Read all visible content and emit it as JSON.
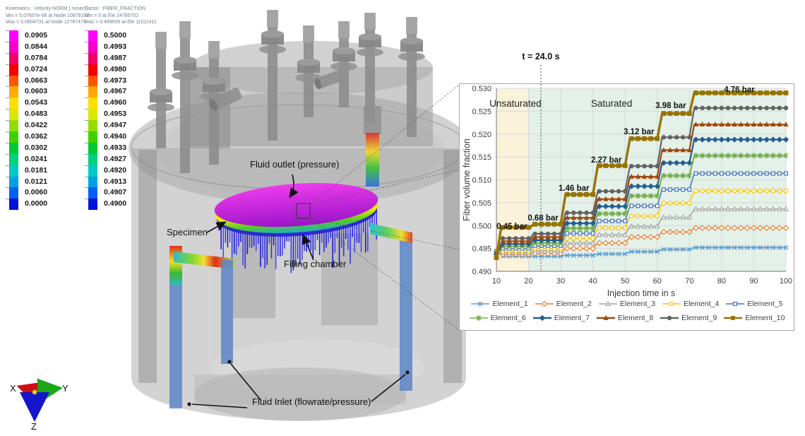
{
  "colorbars": {
    "palette": [
      "#ff00ff",
      "#f400c8",
      "#ee0066",
      "#f40000",
      "#ff5500",
      "#ffaa00",
      "#ffe000",
      "#d8e800",
      "#92dc00",
      "#3fd000",
      "#00c835",
      "#00d07f",
      "#00c8c8",
      "#00a0e8",
      "#0060f0",
      "#0010dc"
    ],
    "legends": [
      {
        "title_lines": [
          "Kinematics : Velocity NORM [ m/sec ]",
          "Min = 5.07607e-06 at Node 10879107",
          "Max = 0.0904731 at Node 12787476"
        ],
        "values": [
          "0.0905",
          "0.0844",
          "0.0784",
          "0.0724",
          "0.0663",
          "0.0603",
          "0.0543",
          "0.0483",
          "0.0422",
          "0.0362",
          "0.0302",
          "0.0241",
          "0.0181",
          "0.0121",
          "0.0060",
          "0.0000"
        ]
      },
      {
        "title_lines": [
          "Factor : FIBER_FRACTION",
          "Min = 0 at Ele 24785702",
          "Max = 0.499935 at Ele 11011411"
        ],
        "values": [
          "0.5000",
          "0.4993",
          "0.4987",
          "0.4980",
          "0.4973",
          "0.4967",
          "0.4960",
          "0.4953",
          "0.4947",
          "0.4940",
          "0.4933",
          "0.4927",
          "0.4920",
          "0.4913",
          "0.4907",
          "0.4900"
        ]
      }
    ]
  },
  "model": {
    "annotations": {
      "fluid_outlet": "Fluid outlet (pressure)",
      "specimen": "Specimen",
      "filling_chamber": "Filling chamber",
      "fluid_inlet": "Fluid Inlet (flowrate/pressure)"
    },
    "axes_triad": {
      "x": "X",
      "y": "Y",
      "z": "Z"
    }
  },
  "chart_data": {
    "type": "line",
    "xlabel": "Injection time in s",
    "ylabel": "Fiber volume fraction",
    "xlim": [
      10,
      100
    ],
    "ylim": [
      0.49,
      0.53
    ],
    "xticks": [
      10,
      20,
      30,
      40,
      50,
      60,
      70,
      80,
      90,
      100
    ],
    "yticks": [
      0.49,
      0.495,
      0.5,
      0.505,
      0.51,
      0.515,
      0.52,
      0.525,
      0.53
    ],
    "grid": true,
    "legend_position": "bottom",
    "time_marker": {
      "label": "t = 24.0 s",
      "t": 24
    },
    "regions": [
      {
        "label": "Unsaturated",
        "from": 10,
        "to": 20,
        "color": "#fbf2da",
        "label_t": 15.9,
        "label_v": 0.5266
      },
      {
        "label": "Saturated",
        "from": 20,
        "to": 100,
        "color": "#e3f1e8",
        "label_t": 45.8,
        "label_v": 0.5266
      }
    ],
    "pressure_labels": [
      {
        "text": "0.45 bar",
        "t": 14.8,
        "v": 0.4999
      },
      {
        "text": "0.68 bar",
        "t": 24.5,
        "v": 0.5017
      },
      {
        "text": "1.46 bar",
        "t": 34.1,
        "v": 0.5082
      },
      {
        "text": "2.27 bar",
        "t": 44.2,
        "v": 0.5144
      },
      {
        "text": "3.12 bar",
        "t": 54.3,
        "v": 0.5206
      },
      {
        "text": "3.98 bar",
        "t": 64.2,
        "v": 0.5263
      },
      {
        "text": "4.76 bar",
        "t": 85.5,
        "v": 0.5298
      }
    ],
    "series": [
      {
        "name": "Element_1",
        "color": "#5B9BD5",
        "marker": "x",
        "width": 1.5,
        "points": [
          [
            10,
            0.4945
          ],
          [
            12,
            0.4933
          ],
          [
            20.5,
            0.4933
          ],
          [
            21.5,
            0.4933
          ],
          [
            30,
            0.4933
          ],
          [
            31.5,
            0.4935
          ],
          [
            40,
            0.4935
          ],
          [
            41.5,
            0.4938
          ],
          [
            50,
            0.4938
          ],
          [
            51.5,
            0.4943
          ],
          [
            60,
            0.4943
          ],
          [
            61.5,
            0.4948
          ],
          [
            70,
            0.4948
          ],
          [
            71.5,
            0.4952
          ],
          [
            100,
            0.4952
          ]
        ]
      },
      {
        "name": "Element_2",
        "color": "#ED7D31",
        "marker": "diamond-open",
        "width": 1.5,
        "points": [
          [
            10,
            0.4944
          ],
          [
            12,
            0.4937
          ],
          [
            20.5,
            0.4937
          ],
          [
            21.5,
            0.4939
          ],
          [
            30,
            0.4939
          ],
          [
            31.5,
            0.495
          ],
          [
            40,
            0.495
          ],
          [
            41.5,
            0.4962
          ],
          [
            50,
            0.4962
          ],
          [
            51.5,
            0.4975
          ],
          [
            60,
            0.4975
          ],
          [
            61.5,
            0.4986
          ],
          [
            70,
            0.4986
          ],
          [
            71.5,
            0.4995
          ],
          [
            100,
            0.4995
          ]
        ]
      },
      {
        "name": "Element_3",
        "color": "#A5A5A5",
        "marker": "triangle-open",
        "width": 1.5,
        "points": [
          [
            10,
            0.4943
          ],
          [
            12,
            0.4941
          ],
          [
            20.5,
            0.4941
          ],
          [
            21.5,
            0.4945
          ],
          [
            30,
            0.4945
          ],
          [
            31.5,
            0.4962
          ],
          [
            40,
            0.4962
          ],
          [
            41.5,
            0.498
          ],
          [
            50,
            0.498
          ],
          [
            51.5,
            0.4998
          ],
          [
            60,
            0.4998
          ],
          [
            61.5,
            0.5018
          ],
          [
            70,
            0.5018
          ],
          [
            71.5,
            0.5036
          ],
          [
            100,
            0.5036
          ]
        ]
      },
      {
        "name": "Element_4",
        "color": "#FFC000",
        "marker": "circle-open",
        "width": 1.5,
        "points": [
          [
            10,
            0.4942
          ],
          [
            12,
            0.4945
          ],
          [
            20.5,
            0.4945
          ],
          [
            21.5,
            0.495
          ],
          [
            30,
            0.495
          ],
          [
            31.5,
            0.4972
          ],
          [
            40,
            0.4972
          ],
          [
            41.5,
            0.4995
          ],
          [
            50,
            0.4995
          ],
          [
            51.5,
            0.5021
          ],
          [
            60,
            0.5021
          ],
          [
            61.5,
            0.5049
          ],
          [
            70,
            0.5049
          ],
          [
            71.5,
            0.5076
          ],
          [
            100,
            0.5076
          ]
        ]
      },
      {
        "name": "Element_5",
        "color": "#4472C4",
        "marker": "square-open",
        "width": 1.5,
        "points": [
          [
            10,
            0.4941
          ],
          [
            12,
            0.495
          ],
          [
            20.5,
            0.495
          ],
          [
            21.5,
            0.4956
          ],
          [
            30,
            0.4956
          ],
          [
            31.5,
            0.4983
          ],
          [
            40,
            0.4983
          ],
          [
            41.5,
            0.501
          ],
          [
            50,
            0.501
          ],
          [
            51.5,
            0.5043
          ],
          [
            60,
            0.5043
          ],
          [
            61.5,
            0.5079
          ],
          [
            70,
            0.5079
          ],
          [
            71.5,
            0.5114
          ],
          [
            100,
            0.5114
          ]
        ]
      },
      {
        "name": "Element_6",
        "color": "#70AD47",
        "marker": "star",
        "width": 2,
        "points": [
          [
            10,
            0.494
          ],
          [
            12,
            0.4955
          ],
          [
            20.5,
            0.4955
          ],
          [
            21.5,
            0.4962
          ],
          [
            30,
            0.4962
          ],
          [
            31.5,
            0.4994
          ],
          [
            40,
            0.4994
          ],
          [
            41.5,
            0.5026
          ],
          [
            50,
            0.5026
          ],
          [
            51.5,
            0.5065
          ],
          [
            60,
            0.5065
          ],
          [
            61.5,
            0.5109
          ],
          [
            70,
            0.5109
          ],
          [
            71.5,
            0.5153
          ],
          [
            100,
            0.5153
          ]
        ]
      },
      {
        "name": "Element_7",
        "color": "#255E91",
        "marker": "diamond",
        "width": 2.2,
        "points": [
          [
            10,
            0.4938
          ],
          [
            12,
            0.496
          ],
          [
            20.5,
            0.496
          ],
          [
            21.5,
            0.4968
          ],
          [
            30,
            0.4968
          ],
          [
            31.5,
            0.5005
          ],
          [
            40,
            0.5005
          ],
          [
            41.5,
            0.5042
          ],
          [
            50,
            0.5042
          ],
          [
            51.5,
            0.5086
          ],
          [
            60,
            0.5086
          ],
          [
            61.5,
            0.5137
          ],
          [
            70,
            0.5137
          ],
          [
            71.5,
            0.5188
          ],
          [
            100,
            0.5188
          ]
        ]
      },
      {
        "name": "Element_8",
        "color": "#9E480E",
        "marker": "triangle",
        "width": 2.2,
        "points": [
          [
            10,
            0.4936
          ],
          [
            12,
            0.4966
          ],
          [
            20.5,
            0.4966
          ],
          [
            21.5,
            0.4975
          ],
          [
            30,
            0.4975
          ],
          [
            31.5,
            0.5017
          ],
          [
            40,
            0.5017
          ],
          [
            41.5,
            0.5058
          ],
          [
            50,
            0.5058
          ],
          [
            51.5,
            0.5107
          ],
          [
            60,
            0.5107
          ],
          [
            61.5,
            0.5165
          ],
          [
            70,
            0.5165
          ],
          [
            71.5,
            0.5221
          ],
          [
            100,
            0.5221
          ]
        ]
      },
      {
        "name": "Element_9",
        "color": "#636363",
        "marker": "circle",
        "width": 2.2,
        "points": [
          [
            10,
            0.4933
          ],
          [
            12,
            0.4972
          ],
          [
            20.5,
            0.4972
          ],
          [
            21.5,
            0.4982
          ],
          [
            30,
            0.4982
          ],
          [
            31.5,
            0.5028
          ],
          [
            40,
            0.5028
          ],
          [
            41.5,
            0.5075
          ],
          [
            50,
            0.5075
          ],
          [
            51.5,
            0.513
          ],
          [
            60,
            0.513
          ],
          [
            61.5,
            0.5193
          ],
          [
            70,
            0.5193
          ],
          [
            71.5,
            0.5257
          ],
          [
            100,
            0.5257
          ]
        ]
      },
      {
        "name": "Element_10",
        "color": "#997300",
        "marker": "square",
        "width": 3.4,
        "msize": 3.6,
        "points": [
          [
            10,
            0.493
          ],
          [
            11.5,
            0.4996
          ],
          [
            20.5,
            0.4996
          ],
          [
            21.5,
            0.5003
          ],
          [
            30,
            0.5003
          ],
          [
            31.5,
            0.5068
          ],
          [
            40,
            0.5068
          ],
          [
            41.5,
            0.5131
          ],
          [
            50,
            0.5131
          ],
          [
            51.5,
            0.519
          ],
          [
            60,
            0.519
          ],
          [
            61.5,
            0.5245
          ],
          [
            70,
            0.5245
          ],
          [
            71.5,
            0.529
          ],
          [
            100,
            0.529
          ]
        ]
      }
    ]
  }
}
